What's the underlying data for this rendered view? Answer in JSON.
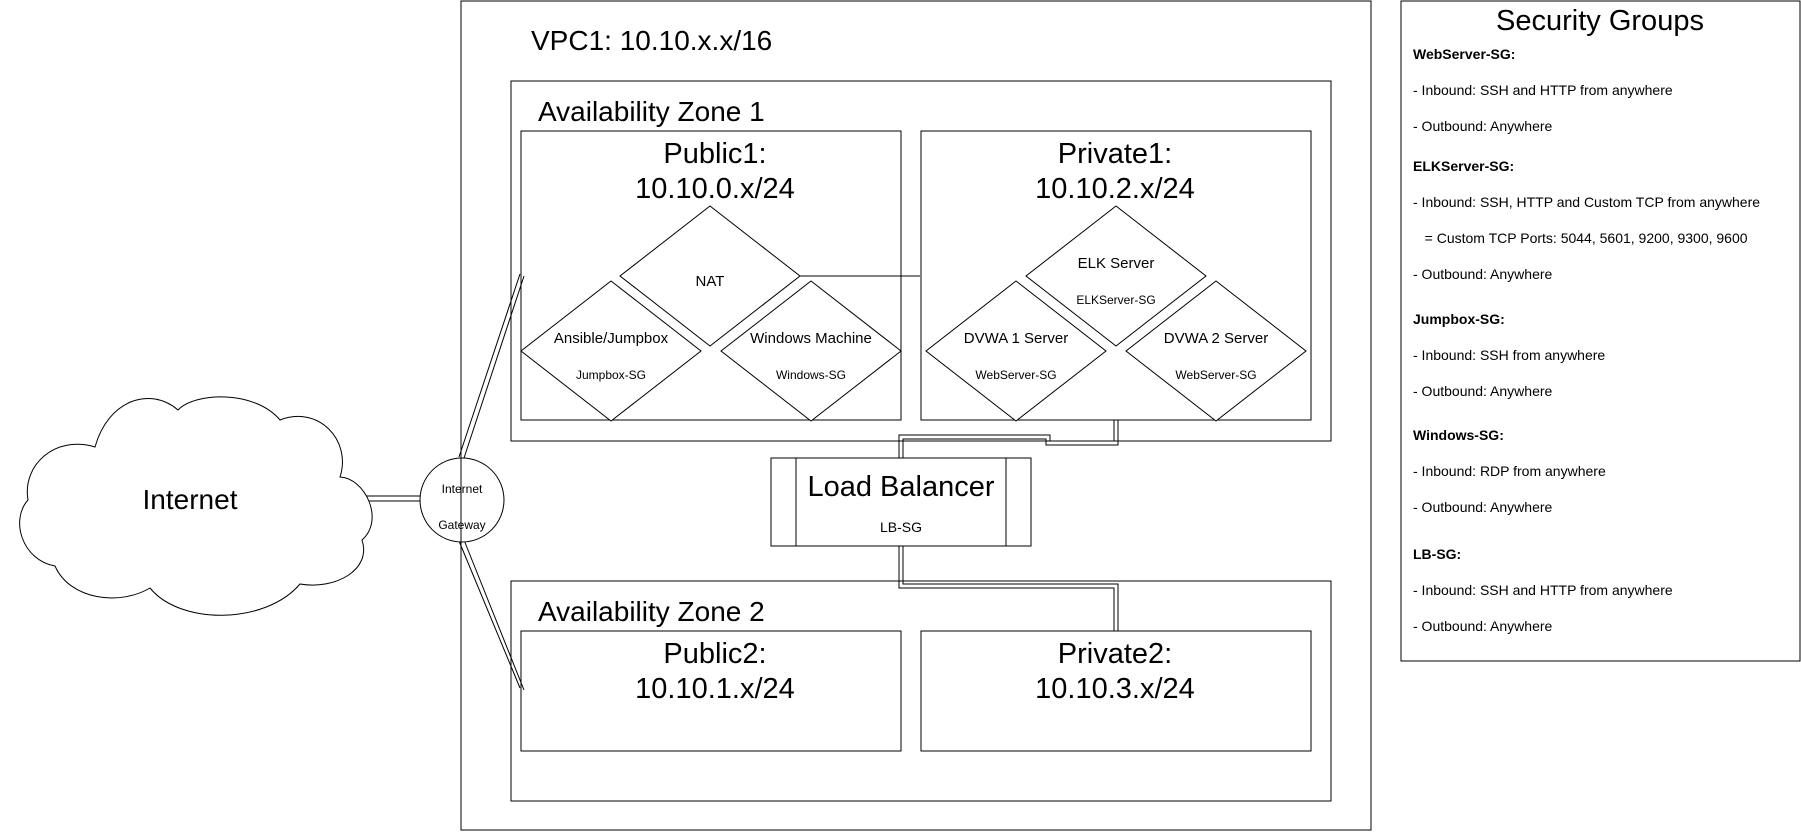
{
  "internet": {
    "label": "Internet"
  },
  "gateway": {
    "line1": "Internet",
    "line2": "Gateway"
  },
  "vpc": {
    "title": "VPC1: 10.10.x.x/16"
  },
  "az1": {
    "title": "Availability Zone 1",
    "public_subnet": {
      "name": "Public1:",
      "cidr": "10.10.0.x/24"
    },
    "private_subnet": {
      "name": "Private1:",
      "cidr": "10.10.2.x/24"
    }
  },
  "az2": {
    "title": "Availability Zone 2",
    "public_subnet": {
      "name": "Public2:",
      "cidr": "10.10.1.x/24"
    },
    "private_subnet": {
      "name": "Private2:",
      "cidr": "10.10.3.x/24"
    }
  },
  "nodes": {
    "nat": {
      "label": "NAT"
    },
    "jumpbox": {
      "label": "Ansible/Jumpbox",
      "sg": "Jumpbox-SG"
    },
    "windows": {
      "label": "Windows Machine",
      "sg": "Windows-SG"
    },
    "elk": {
      "label": "ELK Server",
      "sg": "ELKServer-SG"
    },
    "dvwa1": {
      "label": "DVWA 1 Server",
      "sg": "WebServer-SG"
    },
    "dvwa2": {
      "label": "DVWA 2 Server",
      "sg": "WebServer-SG"
    }
  },
  "load_balancer": {
    "label": "Load Balancer",
    "sg": "LB-SG"
  },
  "security_groups": {
    "title": "Security Groups",
    "lines": [
      {
        "text": "WebServer-SG:",
        "bold": true
      },
      {
        "text": "- Inbound: SSH and HTTP from anywhere",
        "bold": false
      },
      {
        "text": "- Outbound: Anywhere",
        "bold": false
      },
      {
        "text": "ELKServer-SG:",
        "bold": true
      },
      {
        "text": "- Inbound: SSH, HTTP and Custom TCP from anywhere",
        "bold": false
      },
      {
        "text": "   = Custom TCP Ports: 5044, 5601, 9200, 9300, 9600",
        "bold": false
      },
      {
        "text": "- Outbound: Anywhere",
        "bold": false
      },
      {
        "text": "Jumpbox-SG:",
        "bold": true
      },
      {
        "text": "- Inbound: SSH from anywhere",
        "bold": false
      },
      {
        "text": "- Outbound: Anywhere",
        "bold": false
      },
      {
        "text": "Windows-SG:",
        "bold": true
      },
      {
        "text": "- Inbound: RDP from anywhere",
        "bold": false
      },
      {
        "text": "- Outbound: Anywhere",
        "bold": false
      },
      {
        "text": "LB-SG:",
        "bold": true
      },
      {
        "text": "- Inbound: SSH and HTTP from anywhere",
        "bold": false
      },
      {
        "text": "- Outbound: Anywhere",
        "bold": false
      }
    ]
  }
}
